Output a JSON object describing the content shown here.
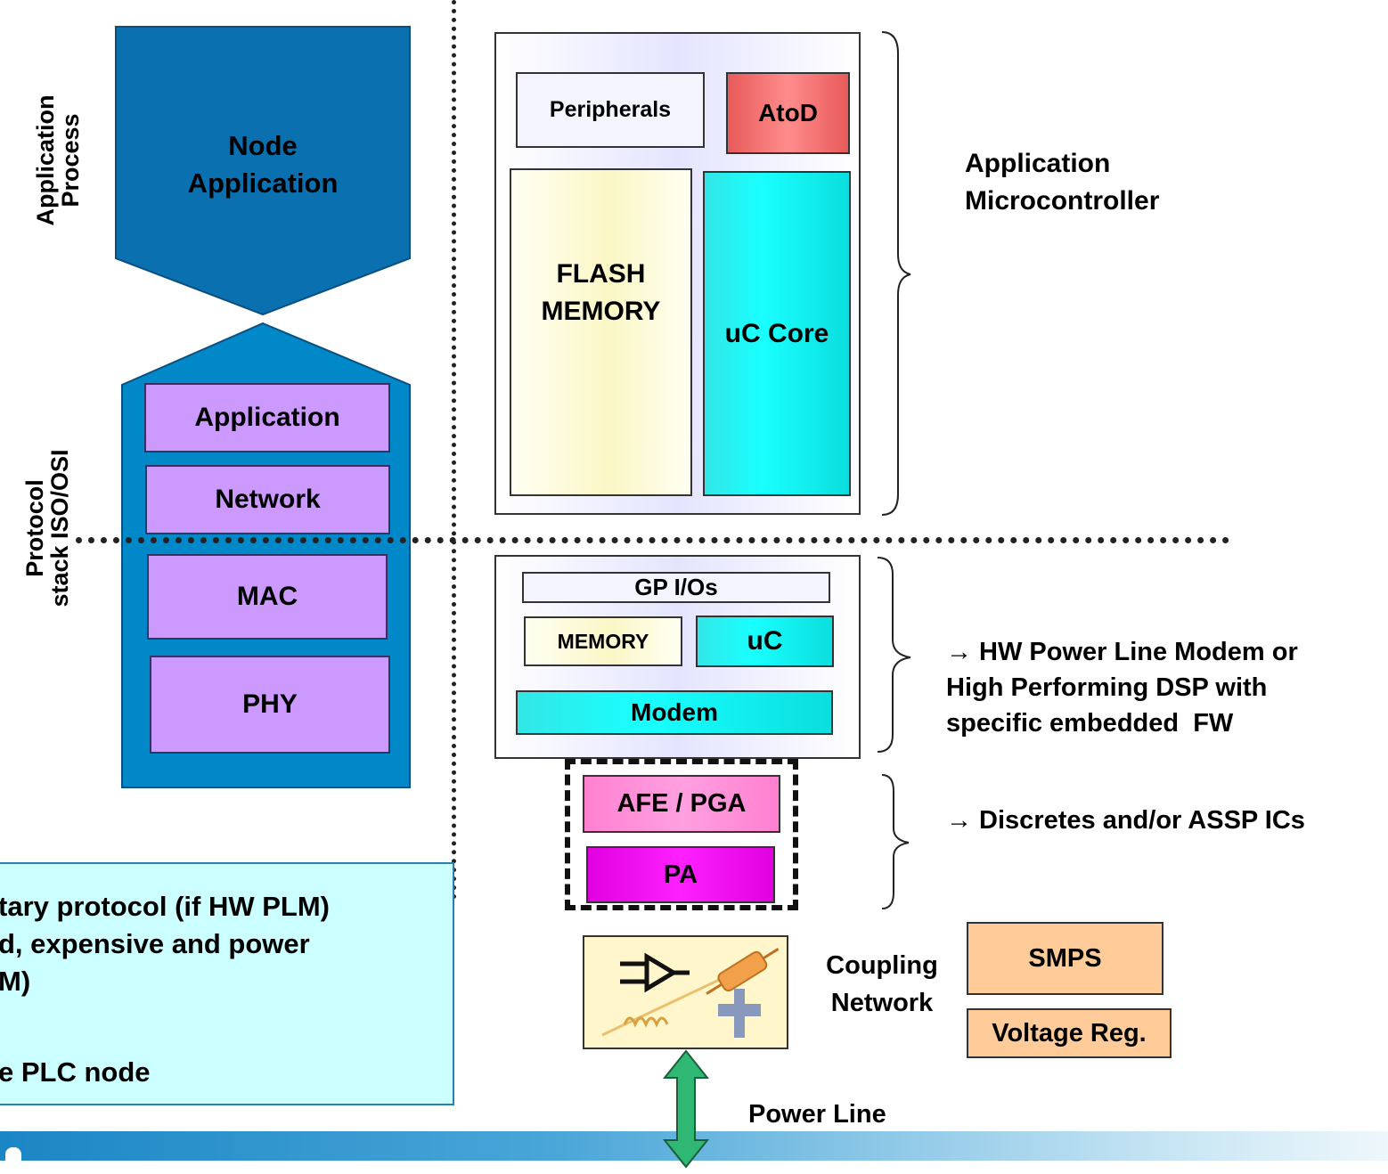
{
  "side_labels": {
    "application_process": "Application\nProcess",
    "protocol_stack": "Protocol\nstack ISO/OSI"
  },
  "node_application": "Node\nApplication",
  "stack_layers": [
    "Application",
    "Network",
    "MAC",
    "PHY"
  ],
  "microcontroller": {
    "peripherals": "Peripherals",
    "atod": "AtoD",
    "flash": "FLASH\nMEMORY",
    "core": "uC Core",
    "brace_label": "Application\nMicrocontroller"
  },
  "modem_block": {
    "gpio": "GP I/Os",
    "memory": "MEMORY",
    "uc": "uC",
    "modem": "Modem",
    "brace_label": "→ HW Power Line Modem or\nHigh Performing DSP with\nspecific embedded  FW"
  },
  "analog": {
    "afe": "AFE / PGA",
    "pa": "PA",
    "brace_label": "→ Discretes and/or ASSP ICs"
  },
  "coupling_label": "Coupling\nNetwork",
  "power": {
    "smps": "SMPS",
    "vreg": "Voltage Reg."
  },
  "power_line": "Power Line",
  "note_lines": [
    "tary protocol (if HW PLM)",
    "d, expensive and power",
    "M)",
    "",
    "e PLC node"
  ],
  "colors": {
    "stack_blue": "#0088c8",
    "node_blue": "#0a70b0",
    "layer_purple": "#cc99ff",
    "note_bg": "#ccffff",
    "power_arrow": "#2eb873",
    "orange_box": "#ffcc99"
  }
}
